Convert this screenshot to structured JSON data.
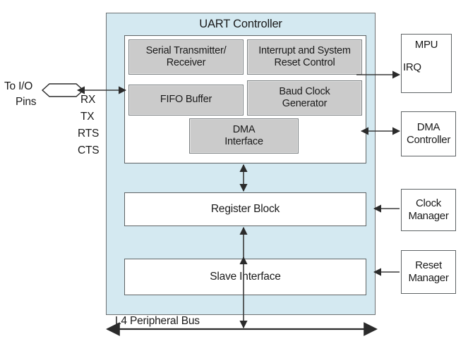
{
  "diagram": {
    "title": "UART Controller",
    "colors": {
      "region_fill": "#d4e9f1",
      "region_border": "#6d7274",
      "subblock_fill": "#cbcbcb",
      "subblock_border": "#7d8284",
      "block_fill": "#ffffff",
      "block_border": "#5e6365",
      "line": "#3a3a3a",
      "text": "#1a1a1a"
    },
    "internal_blocks": [
      {
        "id": "serial-transmitter-receiver",
        "line1": "Serial Transmitter/",
        "line2": "Receiver"
      },
      {
        "id": "interrupt-and-system-reset-control",
        "line1": "Interrupt and System",
        "line2": "Reset Control"
      },
      {
        "id": "fifo-buffer",
        "line1": "FIFO Buffer",
        "line2": ""
      },
      {
        "id": "baud-clock-generator",
        "line1": "Baud Clock",
        "line2": "Generator"
      },
      {
        "id": "dma-interface",
        "line1": "DMA",
        "line2": "Interface"
      }
    ],
    "interface_blocks": [
      {
        "id": "register-block",
        "label": "Register Block"
      },
      {
        "id": "slave-interface",
        "label": "Slave Interface"
      }
    ],
    "external_blocks": [
      {
        "id": "mpu",
        "line1": "MPU",
        "line2": "IRQ"
      },
      {
        "id": "dma-controller",
        "line1": "DMA",
        "line2": "Controller"
      },
      {
        "id": "clock-manager",
        "line1": "Clock",
        "line2": "Manager"
      },
      {
        "id": "reset-manager",
        "line1": "Reset",
        "line2": "Manager"
      }
    ],
    "io_labels": {
      "to_io_line1": "To I/O",
      "to_io_line2": "Pins",
      "signals": [
        "RX",
        "TX",
        "RTS",
        "CTS"
      ]
    },
    "bus_label": "L4 Peripheral Bus"
  }
}
